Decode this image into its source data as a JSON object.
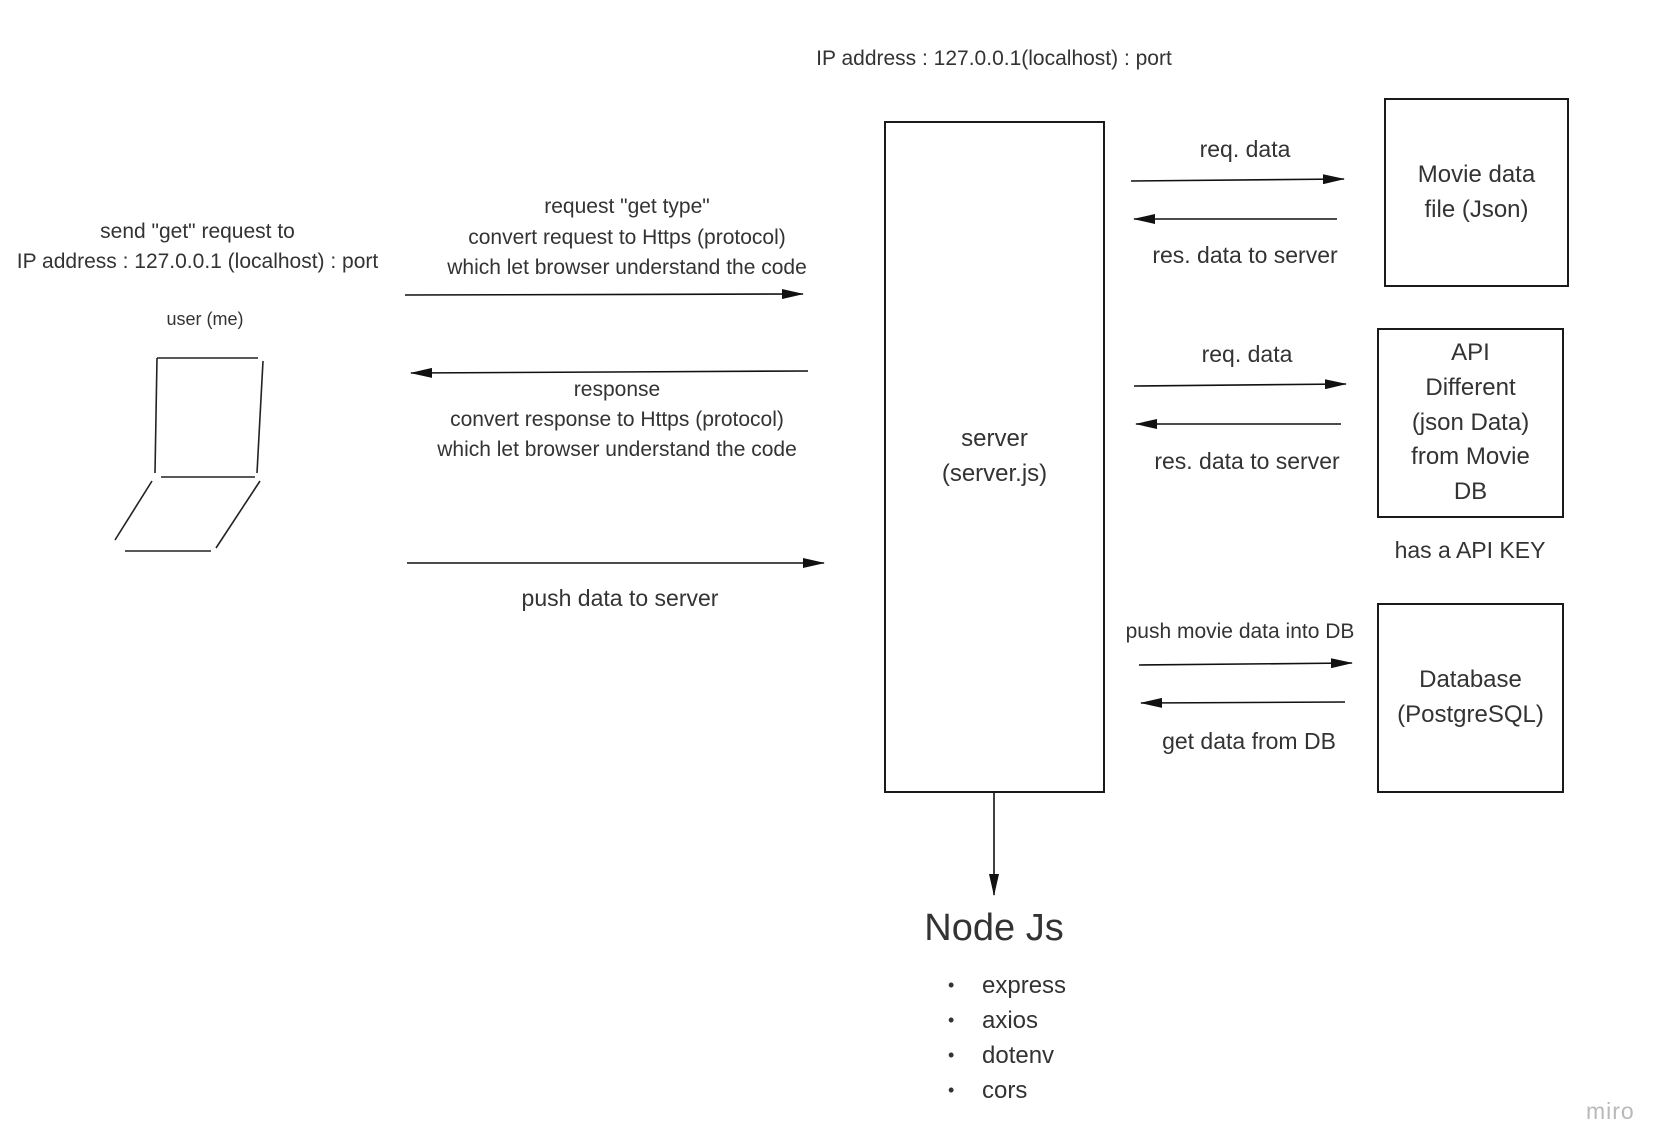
{
  "top_label": "IP address : 127.0.0.1(localhost) : port",
  "user": {
    "request_line1": "send \"get\" request to",
    "request_line2": "IP address : 127.0.0.1 (localhost) : port",
    "name": "user (me)"
  },
  "flows": {
    "request_line1": "request \"get type\"",
    "request_line2": "convert request to  Https (protocol)",
    "request_line3": "which let browser understand the code",
    "response_line1": "response",
    "response_line2": "convert response to  Https (protocol)",
    "response_line3": "which let browser understand the code",
    "push": "push data to server"
  },
  "server": {
    "label": "server\n(server.js)"
  },
  "movie_file": {
    "req": "req. data",
    "res": "res. data to server",
    "label": "Movie data\nfile (Json)"
  },
  "api": {
    "req": "req. data",
    "res": "res. data to server",
    "label": "API\nDifferent\n(json Data)\nfrom Movie\nDB",
    "note": "has a API KEY"
  },
  "database": {
    "push": "push movie data into DB",
    "get": "get data from DB",
    "label": "Database\n(PostgreSQL)"
  },
  "node": {
    "title": "Node Js",
    "packages": [
      "express",
      "axios",
      "dotenv",
      "cors"
    ]
  },
  "watermark": "miro"
}
